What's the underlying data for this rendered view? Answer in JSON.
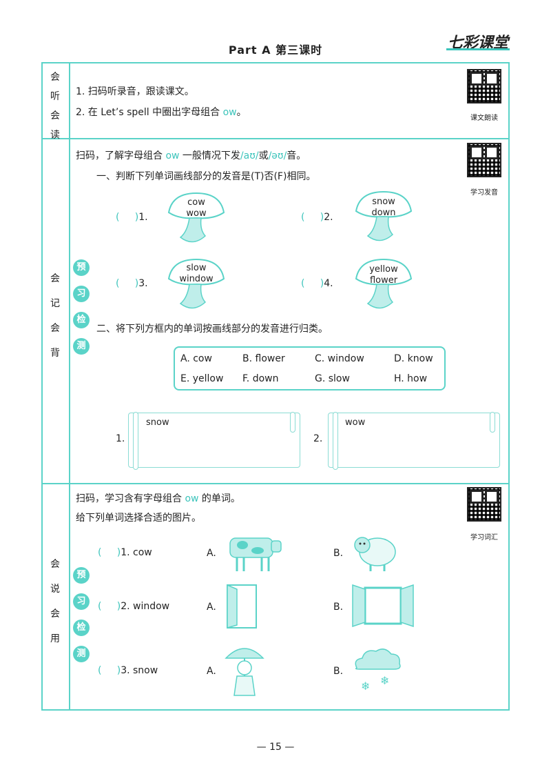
{
  "header": {
    "title": "Part A 第三课时",
    "brand": "七彩课堂"
  },
  "section1": {
    "side_label": [
      "会",
      "听",
      "会",
      "读"
    ],
    "lines": [
      "1. 扫码听录音，跟读课文。",
      "2. 在 Let’s spell 中圈出字母组合 ",
      "ow",
      "。"
    ],
    "qr_caption": "课文朗读"
  },
  "section2": {
    "side_label": [
      "会",
      "记",
      "会",
      "背"
    ],
    "badges": [
      "预",
      "习",
      "检",
      "测"
    ],
    "intro": [
      "扫码，了解字母组合 ",
      "ow",
      " 一般情况下发",
      "/aʊ/",
      "或",
      "/əʊ/",
      "音。"
    ],
    "qr_caption": "学习发音",
    "q1_title": "一、判断下列单词画线部分的发音是(T)否(F)相同。",
    "judge_items": [
      {
        "num": "1.",
        "w1": "cow",
        "w2": "wow"
      },
      {
        "num": "2.",
        "w1": "snow",
        "w2": "down"
      },
      {
        "num": "3.",
        "w1": "slow",
        "w2": "window"
      },
      {
        "num": "4.",
        "w1": "yellow",
        "w2": "flower"
      }
    ],
    "q2_title": "二、将下列方框内的单词按画线部分的发音进行归类。",
    "word_box": [
      "A. cow",
      "B. flower",
      "C. window",
      "D. know",
      "E. yellow",
      "F. down",
      "G. slow",
      "H. how"
    ],
    "scrolls": [
      {
        "num": "1.",
        "word": "snow"
      },
      {
        "num": "2.",
        "word": "wow"
      }
    ],
    "paren_open": "(",
    "paren_close": ")"
  },
  "section3": {
    "side_label": [
      "会",
      "说",
      "会",
      "用"
    ],
    "badges": [
      "预",
      "习",
      "检",
      "测"
    ],
    "intro": [
      "扫码，学习含有字母组合 ",
      "ow",
      " 的单词。"
    ],
    "line2": "给下列单词选择合适的图片。",
    "qr_caption": "学习词汇",
    "items": [
      {
        "num": "1.",
        "word": "cow",
        "optA": "A.",
        "optB": "B."
      },
      {
        "num": "2.",
        "word": "window",
        "optA": "A.",
        "optB": "B."
      },
      {
        "num": "3.",
        "word": "snow",
        "optA": "A.",
        "optB": "B."
      }
    ]
  },
  "footer": {
    "page_number": "— 15 —"
  },
  "colors": {
    "accent": "#5ad3c8",
    "accent_text": "#3cc4bb"
  }
}
